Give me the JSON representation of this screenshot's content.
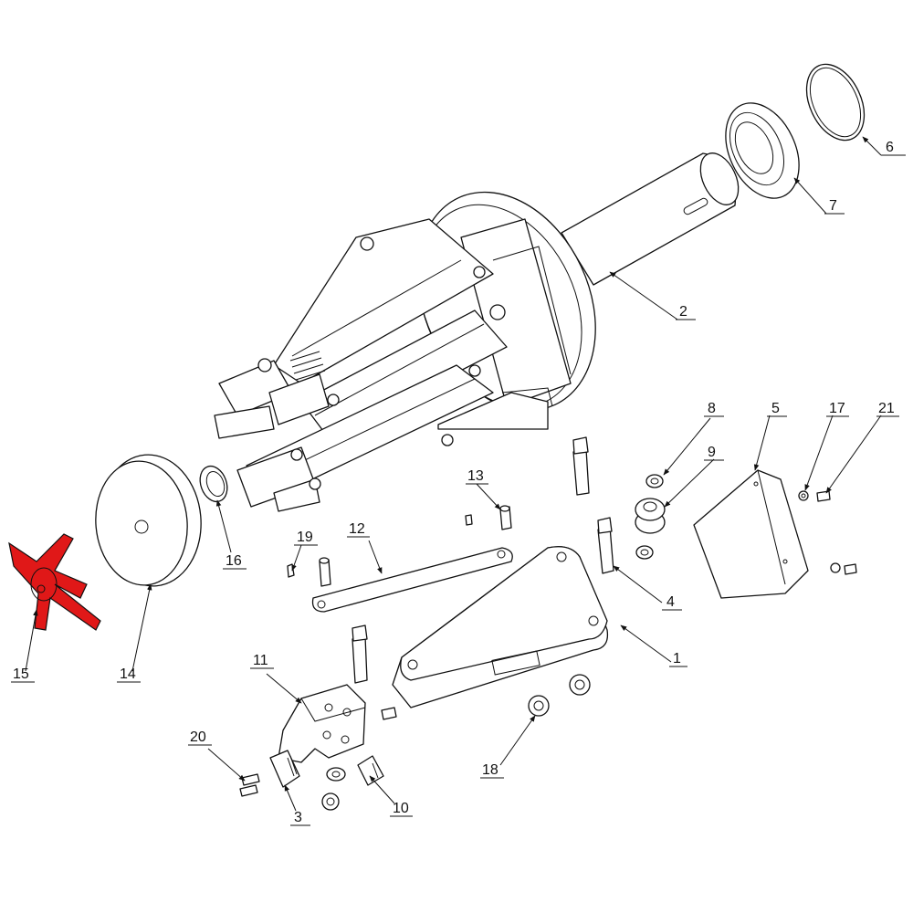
{
  "highlight_color": "#e01818",
  "line_color": "#111111",
  "background": "#ffffff",
  "callouts": {
    "c1": "1",
    "c2": "2",
    "c3": "3",
    "c4": "4",
    "c5": "5",
    "c6": "6",
    "c7": "7",
    "c8": "8",
    "c9": "9",
    "c10": "10",
    "c11": "11",
    "c12": "12",
    "c13": "13",
    "c14": "14",
    "c15": "15",
    "c16": "16",
    "c17": "17",
    "c18": "18",
    "c19": "19",
    "c20": "20",
    "c21": "21"
  },
  "highlighted_part": "15"
}
